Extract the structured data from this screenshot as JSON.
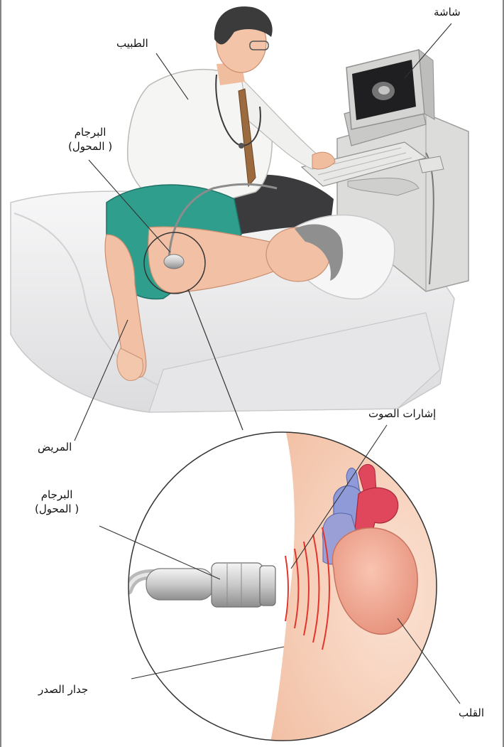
{
  "labels": {
    "monitor": "شاشة",
    "doctor": "الطبيب",
    "transducer_top": {
      "line1": "البرجام",
      "line2": "( المحول)"
    },
    "patient": "المريض",
    "sound_signals": "إشارات الصوت",
    "transducer_bottom": {
      "line1": "البرجام",
      "line2": "( المحول)"
    },
    "chest_wall": "جدار الصدر",
    "heart": "القلب"
  },
  "colors": {
    "skin": "#f1c0a5",
    "gown": "#2f9e8d",
    "coat": "#f4f4f2",
    "bed": "#efeff0",
    "sound_waves": "#e3352b",
    "heart": "#ee9d86",
    "artery": "#e0465c",
    "vein": "#8f9ad8"
  }
}
